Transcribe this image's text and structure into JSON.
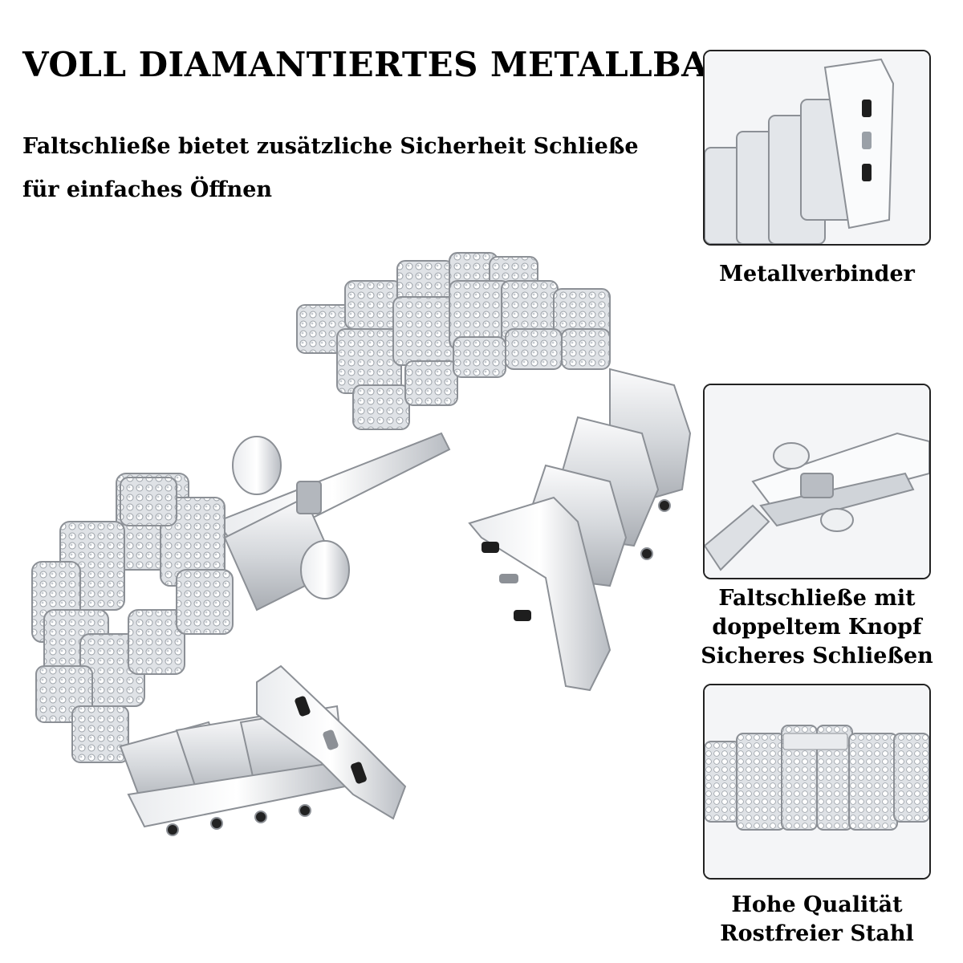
{
  "headline": "VOLL DIAMANTIERTES METALLBAND",
  "subheadline": {
    "line1": "Faltschließe bietet zusätzliche Sicherheit Schließe",
    "line2": "für einfaches Öffnen"
  },
  "features": [
    {
      "lines": [
        "Metallverbinder"
      ]
    },
    {
      "lines": [
        "Faltschließe mit",
        "doppeltem Knopf",
        "Sicheres Schließen"
      ]
    },
    {
      "lines": [
        "Hohe Qualität",
        "Rostfreier Stahl"
      ]
    }
  ],
  "colors": {
    "background": "#ffffff",
    "text": "#000000",
    "steel_light": "#f2f3f5",
    "steel_mid": "#c9ccd1",
    "steel_dark": "#8c9096",
    "slot": "#1e1e1e"
  }
}
